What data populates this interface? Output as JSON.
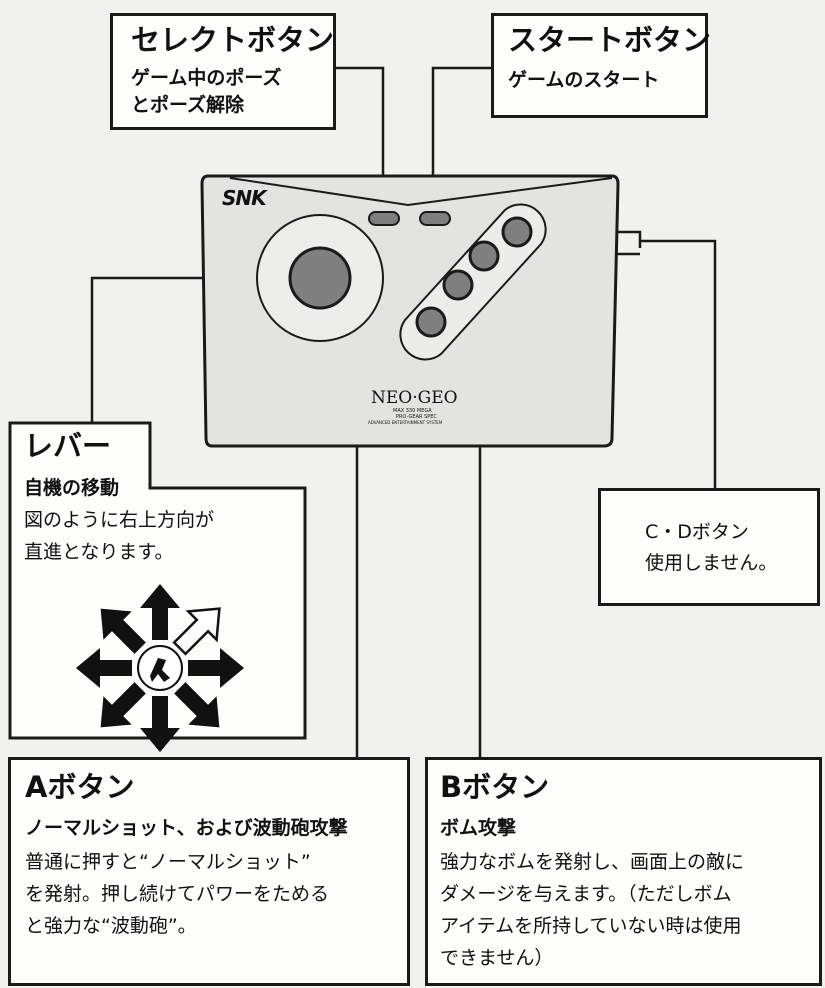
{
  "select_box": {
    "title": "セレクトボタン",
    "lines": [
      "ゲーム中のポーズ",
      "とポーズ解除"
    ]
  },
  "start_box": {
    "title": "スタートボタン",
    "lines": [
      "ゲームのスタート"
    ]
  },
  "lever_box": {
    "title": "レバー",
    "subtitle": "自機の移動",
    "lines": [
      "図のように右上方向が",
      "直進となります。"
    ]
  },
  "cd_box": {
    "lines": [
      "C・Dボタン",
      "使用しません。"
    ]
  },
  "a_box": {
    "title": "Aボタン",
    "subtitle": "ノーマルショット、および波動砲攻撃",
    "lines": [
      "普通に押すと“ノーマルショット”",
      "を発射。押し続けてパワーをためる",
      "と強力な“波動砲”。"
    ]
  },
  "b_box": {
    "title": "Bボタン",
    "subtitle": "ボム攻撃",
    "lines": [
      "強力なボムを発射し、画面上の敵に",
      "ダメージを与えます。（ただしボム",
      "アイテムを所持していない時は使用",
      "できません）"
    ]
  },
  "controller": {
    "brand_logo": "SNK",
    "console_logo": "NEO·GEO",
    "console_subtext": "MAX 330 MEGA",
    "console_subtext2": "PRO-GEAR SPEC",
    "console_tagline": "ADVANCED ENTERTAINMENT SYSTEM"
  },
  "icons": [
    "joystick-icon",
    "direction-arrows-icon",
    "pilot-icon"
  ],
  "colors": {
    "button_fill": "#7f7f7f",
    "panel_fill": "#e4e4e2",
    "outline": "#1a1a1a",
    "background": "#f1f1ef"
  }
}
